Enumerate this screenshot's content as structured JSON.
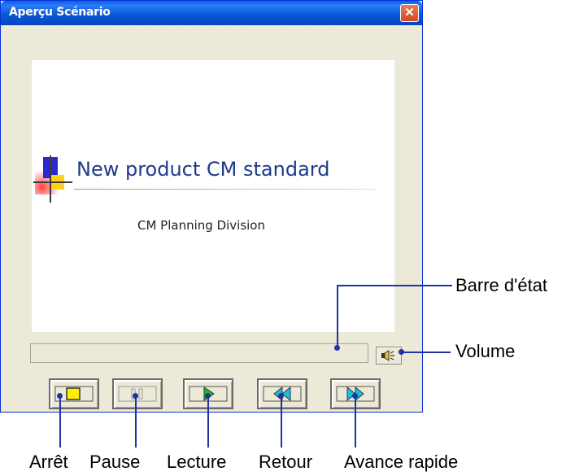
{
  "window": {
    "title": "Aperçu Scénario",
    "close_glyph": "✕"
  },
  "slide": {
    "title": "New product CM standard",
    "subtitle": "CM Planning Division"
  },
  "controls": [
    {
      "id": "stop",
      "icon": "stop-icon"
    },
    {
      "id": "pause",
      "icon": "pause-icon"
    },
    {
      "id": "play",
      "icon": "play-icon"
    },
    {
      "id": "rewind",
      "icon": "rewind-icon"
    },
    {
      "id": "fast-forward",
      "icon": "fast-forward-icon"
    }
  ],
  "callouts": {
    "status_bar": "Barre d'état",
    "volume": "Volume",
    "stop": "Arrêt",
    "pause": "Pause",
    "play": "Lecture",
    "rewind": "Retour",
    "fast_forward": "Avance rapide"
  },
  "colors": {
    "titlebar": "#0a58d8",
    "callout": "#1f33a6",
    "play_green": "#19c219",
    "nav_cyan": "#18c0e0",
    "stop_yellow": "#ffee00"
  }
}
